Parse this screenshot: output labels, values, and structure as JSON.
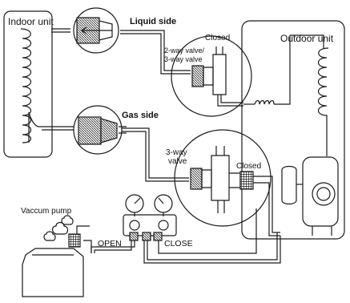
{
  "labels": {
    "indoor_unit": "Indoor unit",
    "outdoor_unit": "Outdoor unit",
    "liquid_side": "Liquid side",
    "gas_side": "Gas side",
    "valve_liquid_line1": "2-way valve/",
    "valve_liquid_line2": "3-way valve",
    "closed_liquid": "Closed",
    "valve_gas_line1": "3-way",
    "valve_gas_line2": "valve",
    "closed_gas": "Closed",
    "vacuum_pump": "Vaccum pump",
    "open": "OPEN",
    "close": "CLOSE"
  },
  "colors": {
    "stroke": "#1a1a1a",
    "background": "#ffffff",
    "hatch": "#333333"
  },
  "icons": [
    "flare-nut-liquid-icon",
    "flare-nut-gas-icon",
    "pressure-gauge-icon",
    "vacuum-pump-icon",
    "compressor-icon",
    "capillary-coil-icon"
  ]
}
